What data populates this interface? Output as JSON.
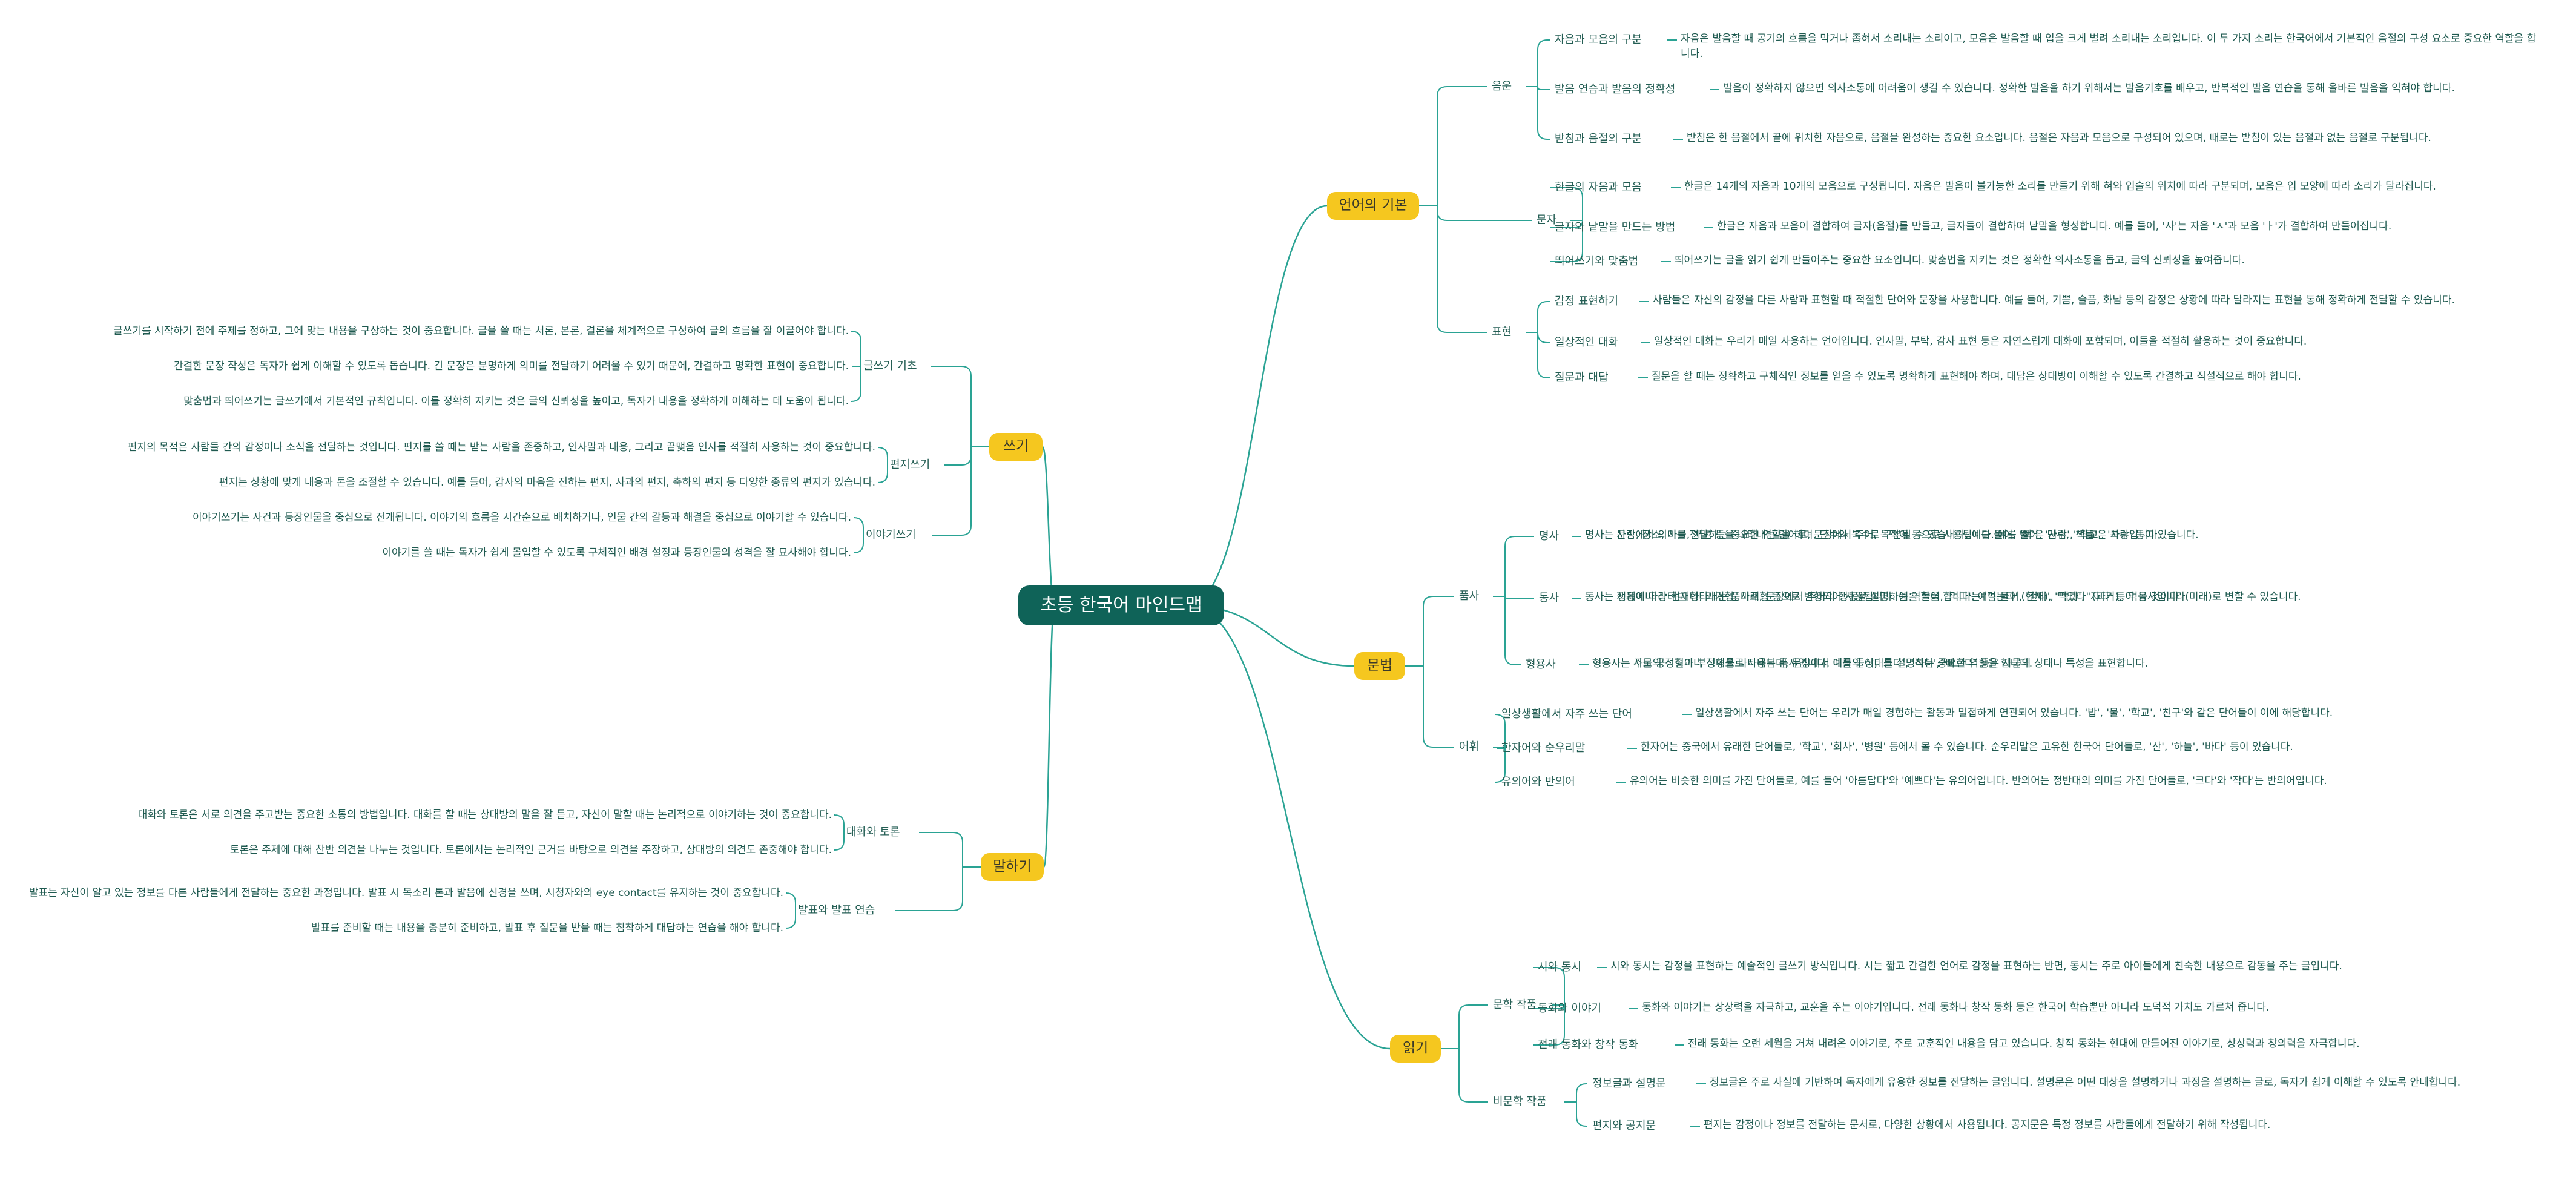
{
  "root": {
    "label": "초등 한국어 마인드맵"
  },
  "branches": [
    {
      "label": "언어의 기본",
      "children": [
        {
          "label": "음운",
          "children": [
            {
              "label": "자음과 모음의 구분",
              "children": [
                {
                  "label": "자음은 발음할 때 공기의 흐름을 막거나 좁혀서 소리내는 소리이고, 모음은 발음할 때 입을 크게 벌려 소리내는 소리입니다. 이 두 가지 소리는 한국어에서 기본적인 음절의 구성 요소로 중요한 역할을 합니다."
                }
              ]
            },
            {
              "label": "발음 연습과 발음의 정확성",
              "children": [
                {
                  "label": "발음이 정확하지 않으면 의사소통에 어려움이 생길 수 있습니다. 정확한 발음을 하기 위해서는 발음기호를 배우고, 반복적인 발음 연습을 통해 올바른 발음을 익혀야 합니다."
                }
              ]
            },
            {
              "label": "받침과 음절의 구분",
              "children": [
                {
                  "label": "받침은 한 음절에서 끝에 위치한 자음으로, 음절을 완성하는 중요한 요소입니다. 음절은 자음과 모음으로 구성되어 있으며, 때로는 받침이 있는 음절과 없는 음절로 구분됩니다."
                }
              ]
            }
          ]
        },
        {
          "label": "문자",
          "children": [
            {
              "label": "한글의 자음과 모음",
              "children": [
                {
                  "label": "한글은 14개의 자음과 10개의 모음으로 구성됩니다. 자음은 발음이 불가능한 소리를 만들기 위해 혀와 입술의 위치에 따라 구분되며, 모음은 입 모양에 따라 소리가 달라집니다."
                }
              ]
            },
            {
              "label": "글자와 낱말을 만드는 방법",
              "children": [
                {
                  "label": "한글은 자음과 모음이 결합하여 글자(음절)를 만들고, 글자들이 결합하여 낱말을 형성합니다. 예를 들어, '사'는 자음 'ㅅ'과 모음 'ㅏ'가 결합하여 만들어집니다."
                }
              ]
            },
            {
              "label": "띄어쓰기와 맞춤법",
              "children": [
                {
                  "label": "띄어쓰기는 글을 읽기 쉽게 만들어주는 중요한 요소입니다. 맞춤법을 지키는 것은 정확한 의사소통을 돕고, 글의 신뢰성을 높여줍니다."
                }
              ]
            }
          ]
        },
        {
          "label": "표현",
          "children": [
            {
              "label": "감정 표현하기",
              "children": [
                {
                  "label": "사람들은 자신의 감정을 다른 사람과 표현할 때 적절한 단어와 문장을 사용합니다. 예를 들어, 기쁨, 슬픔, 화남 등의 감정은 상황에 따라 달라지는 표현을 통해 정확하게 전달할 수 있습니다."
                }
              ]
            },
            {
              "label": "일상적인 대화",
              "children": [
                {
                  "label": "일상적인 대화는 우리가 매일 사용하는 언어입니다. 인사말, 부탁, 감사 표현 등은 자연스럽게 대화에 포함되며, 이들을 적절히 활용하는 것이 중요합니다."
                }
              ]
            },
            {
              "label": "질문과 대답",
              "children": [
                {
                  "label": "질문을 할 때는 정확하고 구체적인 정보를 얻을 수 있도록 명확하게 표현해야 하며, 대답은 상대방이 이해할 수 있도록 간결하고 직설적으로 해야 합니다."
                }
              ]
            }
          ]
        }
      ]
    },
    {
      "label": "문법",
      "children": [
        {
          "label": "품사",
          "children": [
            {
              "label": "명사",
              "children": [
                {
                  "label": "명사는 사람, 장소, 사물, 개념 등을 나타내는 단어로, 문장에서 주어, 목적어 등으로 사용됩니다. 예를 들어, '사람', '학교', '사랑' 등이 있습니다."
                },
                {
                  "label": "명사는 문장에서 의미를 전달하는 중요한 역할을 하며, 단수와 복수로 구분될 수 있습니다. 예를 들어, '책'은 단수, '책들'은 복수입니다."
                }
              ]
            },
            {
              "label": "동사",
              "children": [
                {
                  "label": "동사는 행동이나 상태를 나타내는 품사로, 문장에서 주어의 행동을 설명하는 역할을 합니다. 예를 들어, '걷다', '먹다', '자다' 등이 동사입니다."
                },
                {
                  "label": "동사는 시제에 따라 현재형, 과거형, 미래형 등으로 변형되어 사용됩니다. 예를 들어, '먹다'는 '먹는다' (현재), '먹었다' (과거), '먹을 것이다' (미래)로 변할 수 있습니다."
                }
              ]
            },
            {
              "label": "형용사",
              "children": [
                {
                  "label": "형용사는 사물의 성질이나 상태를 나타내는 품사입니다. 예를 들어, '크다', '작다', '빠르다' 등은 사물의 상태나 특성을 표현합니다."
                },
                {
                  "label": "형용사는 주로 긍정형과 부정형으로 사용되며, 문장에서 대상의 상태를 설명하는 중요한 역할을 합니다."
                }
              ]
            }
          ]
        },
        {
          "label": "어휘",
          "children": [
            {
              "label": "일상생활에서 자주 쓰는 단어",
              "children": [
                {
                  "label": "일상생활에서 자주 쓰는 단어는 우리가 매일 경험하는 활동과 밀접하게 연관되어 있습니다. '밥', '물', '학교', '친구'와 같은 단어들이 이에 해당합니다."
                }
              ]
            },
            {
              "label": "한자어와 순우리말",
              "children": [
                {
                  "label": "한자어는 중국에서 유래한 단어들로, '학교', '회사', '병원' 등에서 볼 수 있습니다. 순우리말은 고유한 한국어 단어들로, '산', '하늘', '바다' 등이 있습니다."
                }
              ]
            },
            {
              "label": "유의어와 반의어",
              "children": [
                {
                  "label": "유의어는 비슷한 의미를 가진 단어들로, 예를 들어 '아름답다'와 '예쁘다'는 유의어입니다. 반의어는 정반대의 의미를 가진 단어들로, '크다'와 '작다'는 반의어입니다."
                }
              ]
            }
          ]
        }
      ]
    },
    {
      "label": "읽기",
      "children": [
        {
          "label": "문학 작품",
          "children": [
            {
              "label": "시와 동시",
              "children": [
                {
                  "label": "시와 동시는 감정을 표현하는 예술적인 글쓰기 방식입니다. 시는 짧고 간결한 언어로 감정을 표현하는 반면, 동시는 주로 아이들에게 친숙한 내용으로 감동을 주는 글입니다."
                }
              ]
            },
            {
              "label": "동화와 이야기",
              "children": [
                {
                  "label": "동화와 이야기는 상상력을 자극하고, 교훈을 주는 이야기입니다. 전래 동화나 창작 동화 등은 한국어 학습뿐만 아니라 도덕적 가치도 가르쳐 줍니다."
                }
              ]
            },
            {
              "label": "전래 동화와 창작 동화",
              "children": [
                {
                  "label": "전래 동화는 오랜 세월을 거쳐 내려온 이야기로, 주로 교훈적인 내용을 담고 있습니다. 창작 동화는 현대에 만들어진 이야기로, 상상력과 창의력을 자극합니다."
                }
              ]
            }
          ]
        },
        {
          "label": "비문학 작품",
          "children": [
            {
              "label": "정보글과 설명문",
              "children": [
                {
                  "label": "정보글은 주로 사실에 기반하여 독자에게 유용한 정보를 전달하는 글입니다. 설명문은 어떤 대상을 설명하거나 과정을 설명하는 글로, 독자가 쉽게 이해할 수 있도록 안내합니다."
                }
              ]
            },
            {
              "label": "편지와 공지문",
              "children": [
                {
                  "label": "편지는 감정이나 정보를 전달하는 문서로, 다양한 상황에서 사용됩니다. 공지문은 특정 정보를 사람들에게 전달하기 위해 작성됩니다."
                }
              ]
            }
          ]
        }
      ]
    },
    {
      "label": "쓰기",
      "children": [
        {
          "label": "글쓰기 기초",
          "children": [
            {
              "label": "글쓰기를 시작하기 전에 주제를 정하고, 그에 맞는 내용을 구상하는 것이 중요합니다. 글을 쓸 때는 서론, 본론, 결론을 체계적으로 구성하여 글의 흐름을 잘 이끌어야 합니다."
            },
            {
              "label": "간결한 문장 작성은 독자가 쉽게 이해할 수 있도록 돕습니다. 긴 문장은 분명하게 의미를 전달하기 어려울 수 있기 때문에, 간결하고 명확한 표현이 중요합니다."
            },
            {
              "label": "맞춤법과 띄어쓰기는 글쓰기에서 기본적인 규칙입니다. 이를 정확히 지키는 것은 글의 신뢰성을 높이고, 독자가 내용을 정확하게 이해하는 데 도움이 됩니다."
            }
          ]
        },
        {
          "label": "편지쓰기",
          "children": [
            {
              "label": "편지의 목적은 사람들 간의 감정이나 소식을 전달하는 것입니다. 편지를 쓸 때는 받는 사람을 존중하고, 인사말과 내용, 그리고 끝맺음 인사를 적절히 사용하는 것이 중요합니다."
            },
            {
              "label": "편지는 상황에 맞게 내용과 톤을 조절할 수 있습니다. 예를 들어, 감사의 마음을 전하는 편지, 사과의 편지, 축하의 편지 등 다양한 종류의 편지가 있습니다."
            }
          ]
        },
        {
          "label": "이야기쓰기",
          "children": [
            {
              "label": "이야기쓰기는 사건과 등장인물을 중심으로 전개됩니다. 이야기의 흐름을 시간순으로 배치하거나, 인물 간의 갈등과 해결을 중심으로 이야기할 수 있습니다."
            },
            {
              "label": "이야기를 쓸 때는 독자가 쉽게 몰입할 수 있도록 구체적인 배경 설정과 등장인물의 성격을 잘 묘사해야 합니다."
            }
          ]
        }
      ]
    },
    {
      "label": "말하기",
      "children": [
        {
          "label": "대화와 토론",
          "children": [
            {
              "label": "대화와 토론은 서로 의견을 주고받는 중요한 소통의 방법입니다. 대화를 할 때는 상대방의 말을 잘 듣고, 자신이 말할 때는 논리적으로 이야기하는 것이 중요합니다."
            },
            {
              "label": "토론은 주제에 대해 찬반 의견을 나누는 것입니다. 토론에서는 논리적인 근거를 바탕으로 의견을 주장하고, 상대방의 의견도 존중해야 합니다."
            }
          ]
        },
        {
          "label": "발표와 발표 연습",
          "children": [
            {
              "label": "발표는 자신이 알고 있는 정보를 다른 사람들에게 전달하는 중요한 과정입니다. 발표 시 목소리 톤과 발음에 신경을 쓰며, 시청자와의 eye contact를 유지하는 것이 중요합니다."
            },
            {
              "label": "발표를 준비할 때는 내용을 충분히 준비하고, 발표 후 질문을 받을 때는 침착하게 대답하는 연습을 해야 합니다."
            }
          ]
        }
      ]
    }
  ]
}
